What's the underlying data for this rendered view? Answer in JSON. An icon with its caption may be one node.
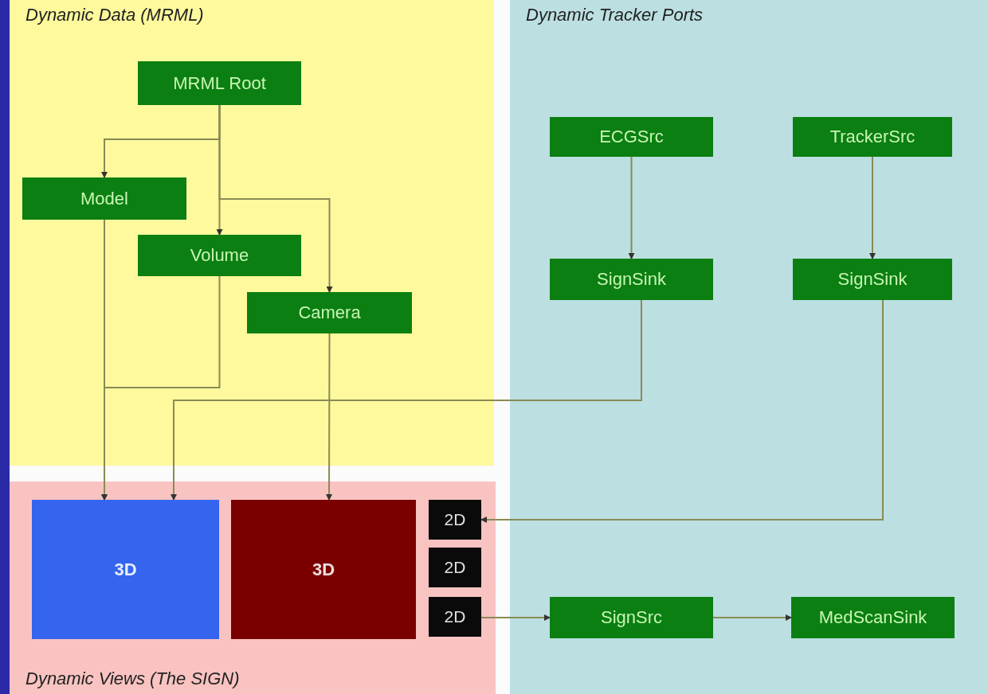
{
  "diagram": {
    "nodes": [
      {
        "text": [
          "Dynamic Data (MRML)"
        ]
      },
      {
        "text": [
          "MRML Root"
        ],
        "in": 0
      },
      {
        "text": [
          "Model"
        ],
        "in": 0
      },
      {
        "text": [
          "Volume"
        ],
        "in": 0
      },
      {
        "text": [
          "Camera"
        ],
        "in": 0
      },
      {
        "text": [
          "Dynamic Tracker Ports"
        ]
      },
      {
        "text": [
          "ECGSrc"
        ],
        "in": 5
      },
      {
        "text": [
          "TrackerSrc"
        ],
        "in": 5
      },
      {
        "text": [
          "SignSink"
        ],
        "in": 5
      },
      {
        "text": [
          "SignSink"
        ],
        "in": 5
      },
      {
        "text": [
          "SignSrc"
        ],
        "in": 5
      },
      {
        "text": [
          "MedScanSink"
        ],
        "in": 5
      },
      {
        "text": [
          "Dynamic Views (The SIGN)"
        ]
      },
      {
        "text": [
          "3D"
        ],
        "in": 12
      },
      {
        "text": [
          "3D"
        ],
        "in": 12
      },
      {
        "text": [
          "2D"
        ],
        "in": 12
      },
      {
        "text": [
          "2D"
        ],
        "in": 12
      },
      {
        "text": [
          "2D"
        ],
        "in": 12
      }
    ],
    "edges": [
      {
        "from": 1,
        "to": 2,
        "arrow": "to"
      },
      {
        "from": 1,
        "to": 3,
        "arrow": "to"
      },
      {
        "from": 1,
        "to": 4,
        "arrow": "to"
      },
      {
        "from": 2,
        "to": 13,
        "arrow": "to"
      },
      {
        "from": 3,
        "to": 13,
        "arrow": "to"
      },
      {
        "from": 4,
        "to": 14,
        "arrow": "to"
      },
      {
        "from": 6,
        "to": 8,
        "arrow": "to"
      },
      {
        "from": 7,
        "to": 9,
        "arrow": "to"
      },
      {
        "from": 8,
        "to": 13,
        "arrow": "to"
      },
      {
        "from": 9,
        "to": 15,
        "arrow": "to"
      },
      {
        "from": 17,
        "to": 10,
        "arrow": "to"
      },
      {
        "from": 10,
        "to": 11,
        "arrow": "to"
      }
    ]
  }
}
